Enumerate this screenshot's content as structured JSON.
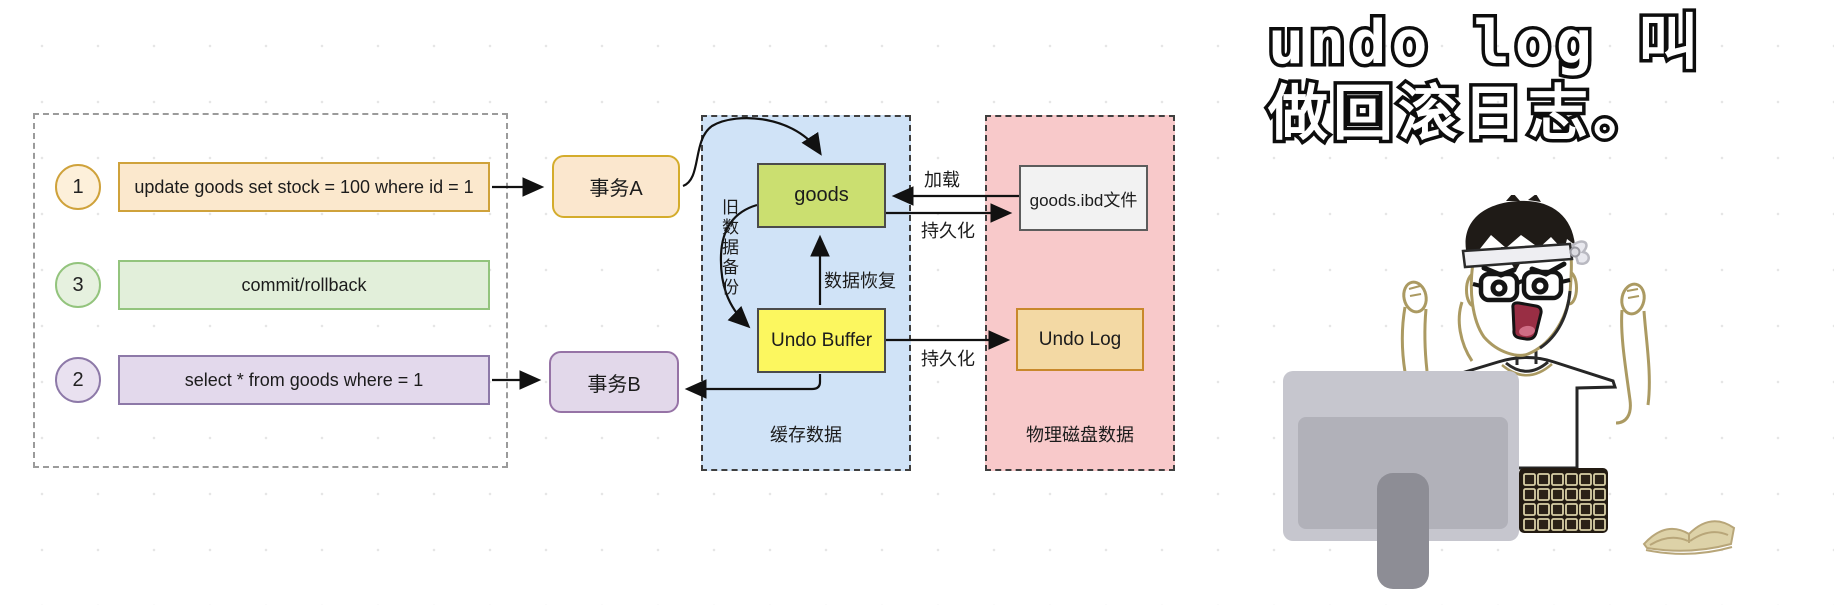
{
  "title": {
    "line1": "undo log 叫",
    "line2": "做回滚日志。"
  },
  "left_panel": {
    "steps": [
      {
        "num": "1",
        "label": "update goods set stock = 100 where id = 1"
      },
      {
        "num": "3",
        "label": "commit/rollback"
      },
      {
        "num": "2",
        "label": "select * from goods where = 1"
      }
    ]
  },
  "nodes": {
    "transaction_a": "事务A",
    "transaction_b": "事务B",
    "goods": "goods",
    "undo_buffer": "Undo Buffer",
    "ibd_file": "goods.ibd文件",
    "undo_log": "Undo Log"
  },
  "panels": {
    "cache_label": "缓存数据",
    "disk_label": "物理磁盘数据"
  },
  "edges": {
    "load": "加载",
    "persist_top": "持久化",
    "persist_bottom": "持久化",
    "data_recovery": "数据恢复",
    "old_data_backup": "旧数据备份"
  },
  "colors": {
    "cache_panel_bg": "#d0e3f7",
    "disk_panel_bg": "#f8c9ca",
    "step1_border": "#cfa23b",
    "step3_border": "#93c47d",
    "step2_border": "#8d79a8",
    "goods_bg": "#cbdf70",
    "undo_buffer_bg": "#fcf75f",
    "undo_log_bg": "#f3d9a4",
    "txn_a_bg": "#fbe7ce",
    "txn_b_bg": "#e2d8ea",
    "arrow": "#111111"
  }
}
